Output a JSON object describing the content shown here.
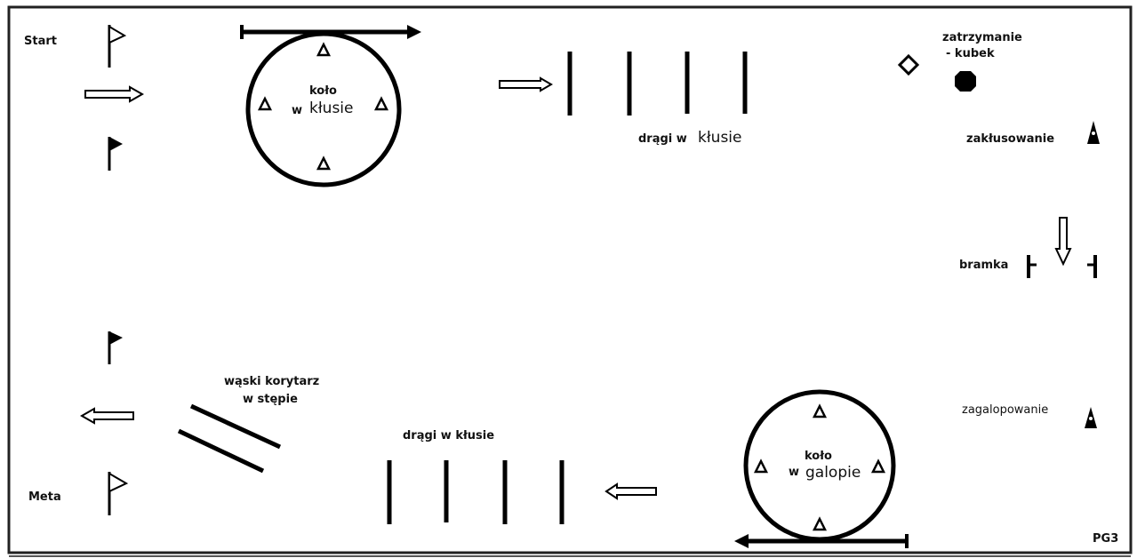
{
  "diagram": {
    "labels": {
      "start": "Start",
      "meta": "Meta",
      "circle_trot_a": "koło",
      "circle_trot_b": "w",
      "circle_trot_c": "kłusie",
      "poles_trot_top_a": "drągi w",
      "poles_trot_top_b": "kłusie",
      "halt_line1": "zatrzymanie",
      "halt_line2": "- kubek",
      "trot_transition": "zakłusowanie",
      "gate": "bramka",
      "canter_transition": "zagalopowanie",
      "corridor_line1": "wąski korytarz",
      "corridor_line2": "w stępie",
      "poles_trot_bottom": "drągi w kłusie",
      "circle_canter_a": "koło",
      "circle_canter_b": "w",
      "circle_canter_c": "galopie",
      "code": "PG3"
    },
    "colors": {
      "ink": "#000000",
      "border": "#222222",
      "background": "#ffffff"
    }
  }
}
